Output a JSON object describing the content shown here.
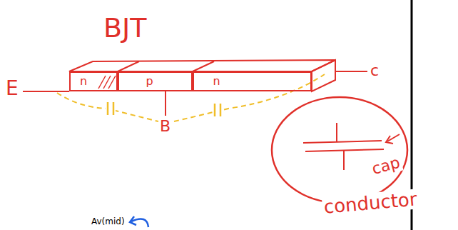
{
  "diagram": {
    "nodes": [
      {
        "text": [
          "n"
        ]
      },
      {
        "text": [
          "p"
        ]
      },
      {
        "text": [
          "n"
        ]
      }
    ],
    "labels": [
      "BJT",
      "E",
      "B",
      "c",
      "cap",
      "conductor",
      "Av(mid)"
    ]
  }
}
